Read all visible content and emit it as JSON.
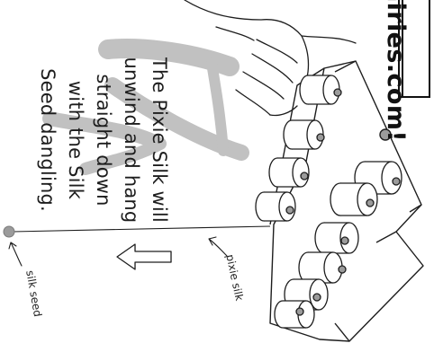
{
  "watermark": {
    "site_text": "airies.com!"
  },
  "caption": {
    "lines": [
      "The Pixie Silk will",
      "unwind and hang",
      "straight down",
      "with the Silk",
      "Seed dangling."
    ]
  },
  "labels": {
    "pixie_silk": "pixie silk",
    "silk_seed": "silk seed"
  },
  "colors": {
    "ink": "#1d1d1d",
    "shading": "#9a9a9a",
    "brush_gray": "#8f8f8f",
    "seed_gray": "#9b9b9b",
    "paper": "#ffffff"
  }
}
